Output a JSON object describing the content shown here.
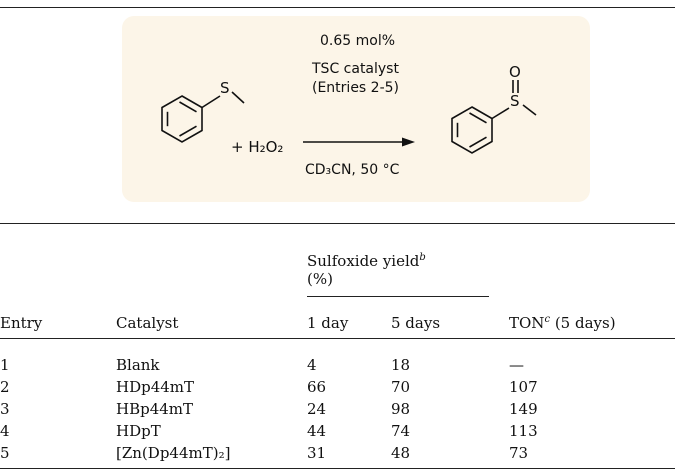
{
  "scheme": {
    "reactant_atom": "S",
    "plus_h2o2": "+ H₂O₂",
    "cond_above_1": "0.65 mol%",
    "cond_above_2": "TSC catalyst",
    "cond_above_3": "(Entries 2-5)",
    "cond_below": "CD₃CN, 50 °C",
    "product_atom_s": "S",
    "product_atom_o": "O"
  },
  "table": {
    "group_header": "Sulfoxide yield",
    "group_header_sup": "b",
    "group_header_unit": "(%)",
    "col_entry": "Entry",
    "col_catalyst": "Catalyst",
    "col_day1": "1 day",
    "col_day5": "5 days",
    "col_ton": "TON",
    "col_ton_sup": "c",
    "col_ton_suffix": " (5 days)",
    "rows": [
      {
        "entry": "1",
        "catalyst": "Blank",
        "day1": "4",
        "day5": "18",
        "ton": "—"
      },
      {
        "entry": "2",
        "catalyst": "HDp44mT",
        "day1": "66",
        "day5": "70",
        "ton": "107"
      },
      {
        "entry": "3",
        "catalyst": "HBp44mT",
        "day1": "24",
        "day5": "98",
        "ton": "149"
      },
      {
        "entry": "4",
        "catalyst": "HDpT",
        "day1": "44",
        "day5": "74",
        "ton": "113"
      },
      {
        "entry": "5",
        "catalyst": "[Zn(Dp44mT)₂]",
        "day1": "31",
        "day5": "48",
        "ton": "73"
      }
    ]
  }
}
